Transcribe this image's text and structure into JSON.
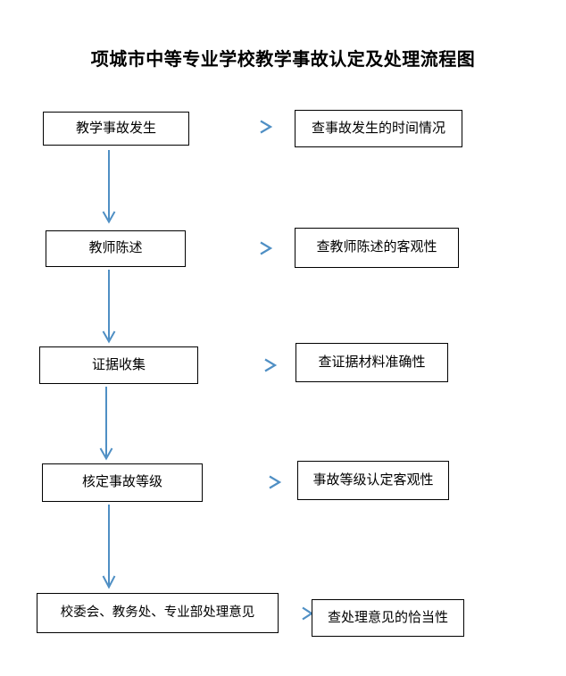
{
  "title": "项城市中等专业学校教学事故认定及处理流程图",
  "diagram": {
    "type": "flowchart",
    "orientation": "vertical-with-side-branches",
    "colors": {
      "node_border": "#000000",
      "node_fill": "#ffffff",
      "text": "#000000",
      "arrow_start": "#bdd7ee",
      "arrow_end": "#4f8fc4"
    },
    "steps": [
      {
        "id": "step-1",
        "main_label": "教学事故发生",
        "side_label": "查事故发生的时间情况"
      },
      {
        "id": "step-2",
        "main_label": "教师陈述",
        "side_label": "查教师陈述的客观性"
      },
      {
        "id": "step-3",
        "main_label": "证据收集",
        "side_label": "查证据材料准确性"
      },
      {
        "id": "step-4",
        "main_label": "核定事故等级",
        "side_label": "事故等级认定客观性"
      },
      {
        "id": "step-5",
        "main_label": "校委会、教务处、专业部处理意见",
        "side_label": "查处理意见的恰当性"
      }
    ],
    "connectors": {
      "vertical_count": 4,
      "horizontal_count": 5,
      "arrow_style": "open-chevron"
    }
  }
}
